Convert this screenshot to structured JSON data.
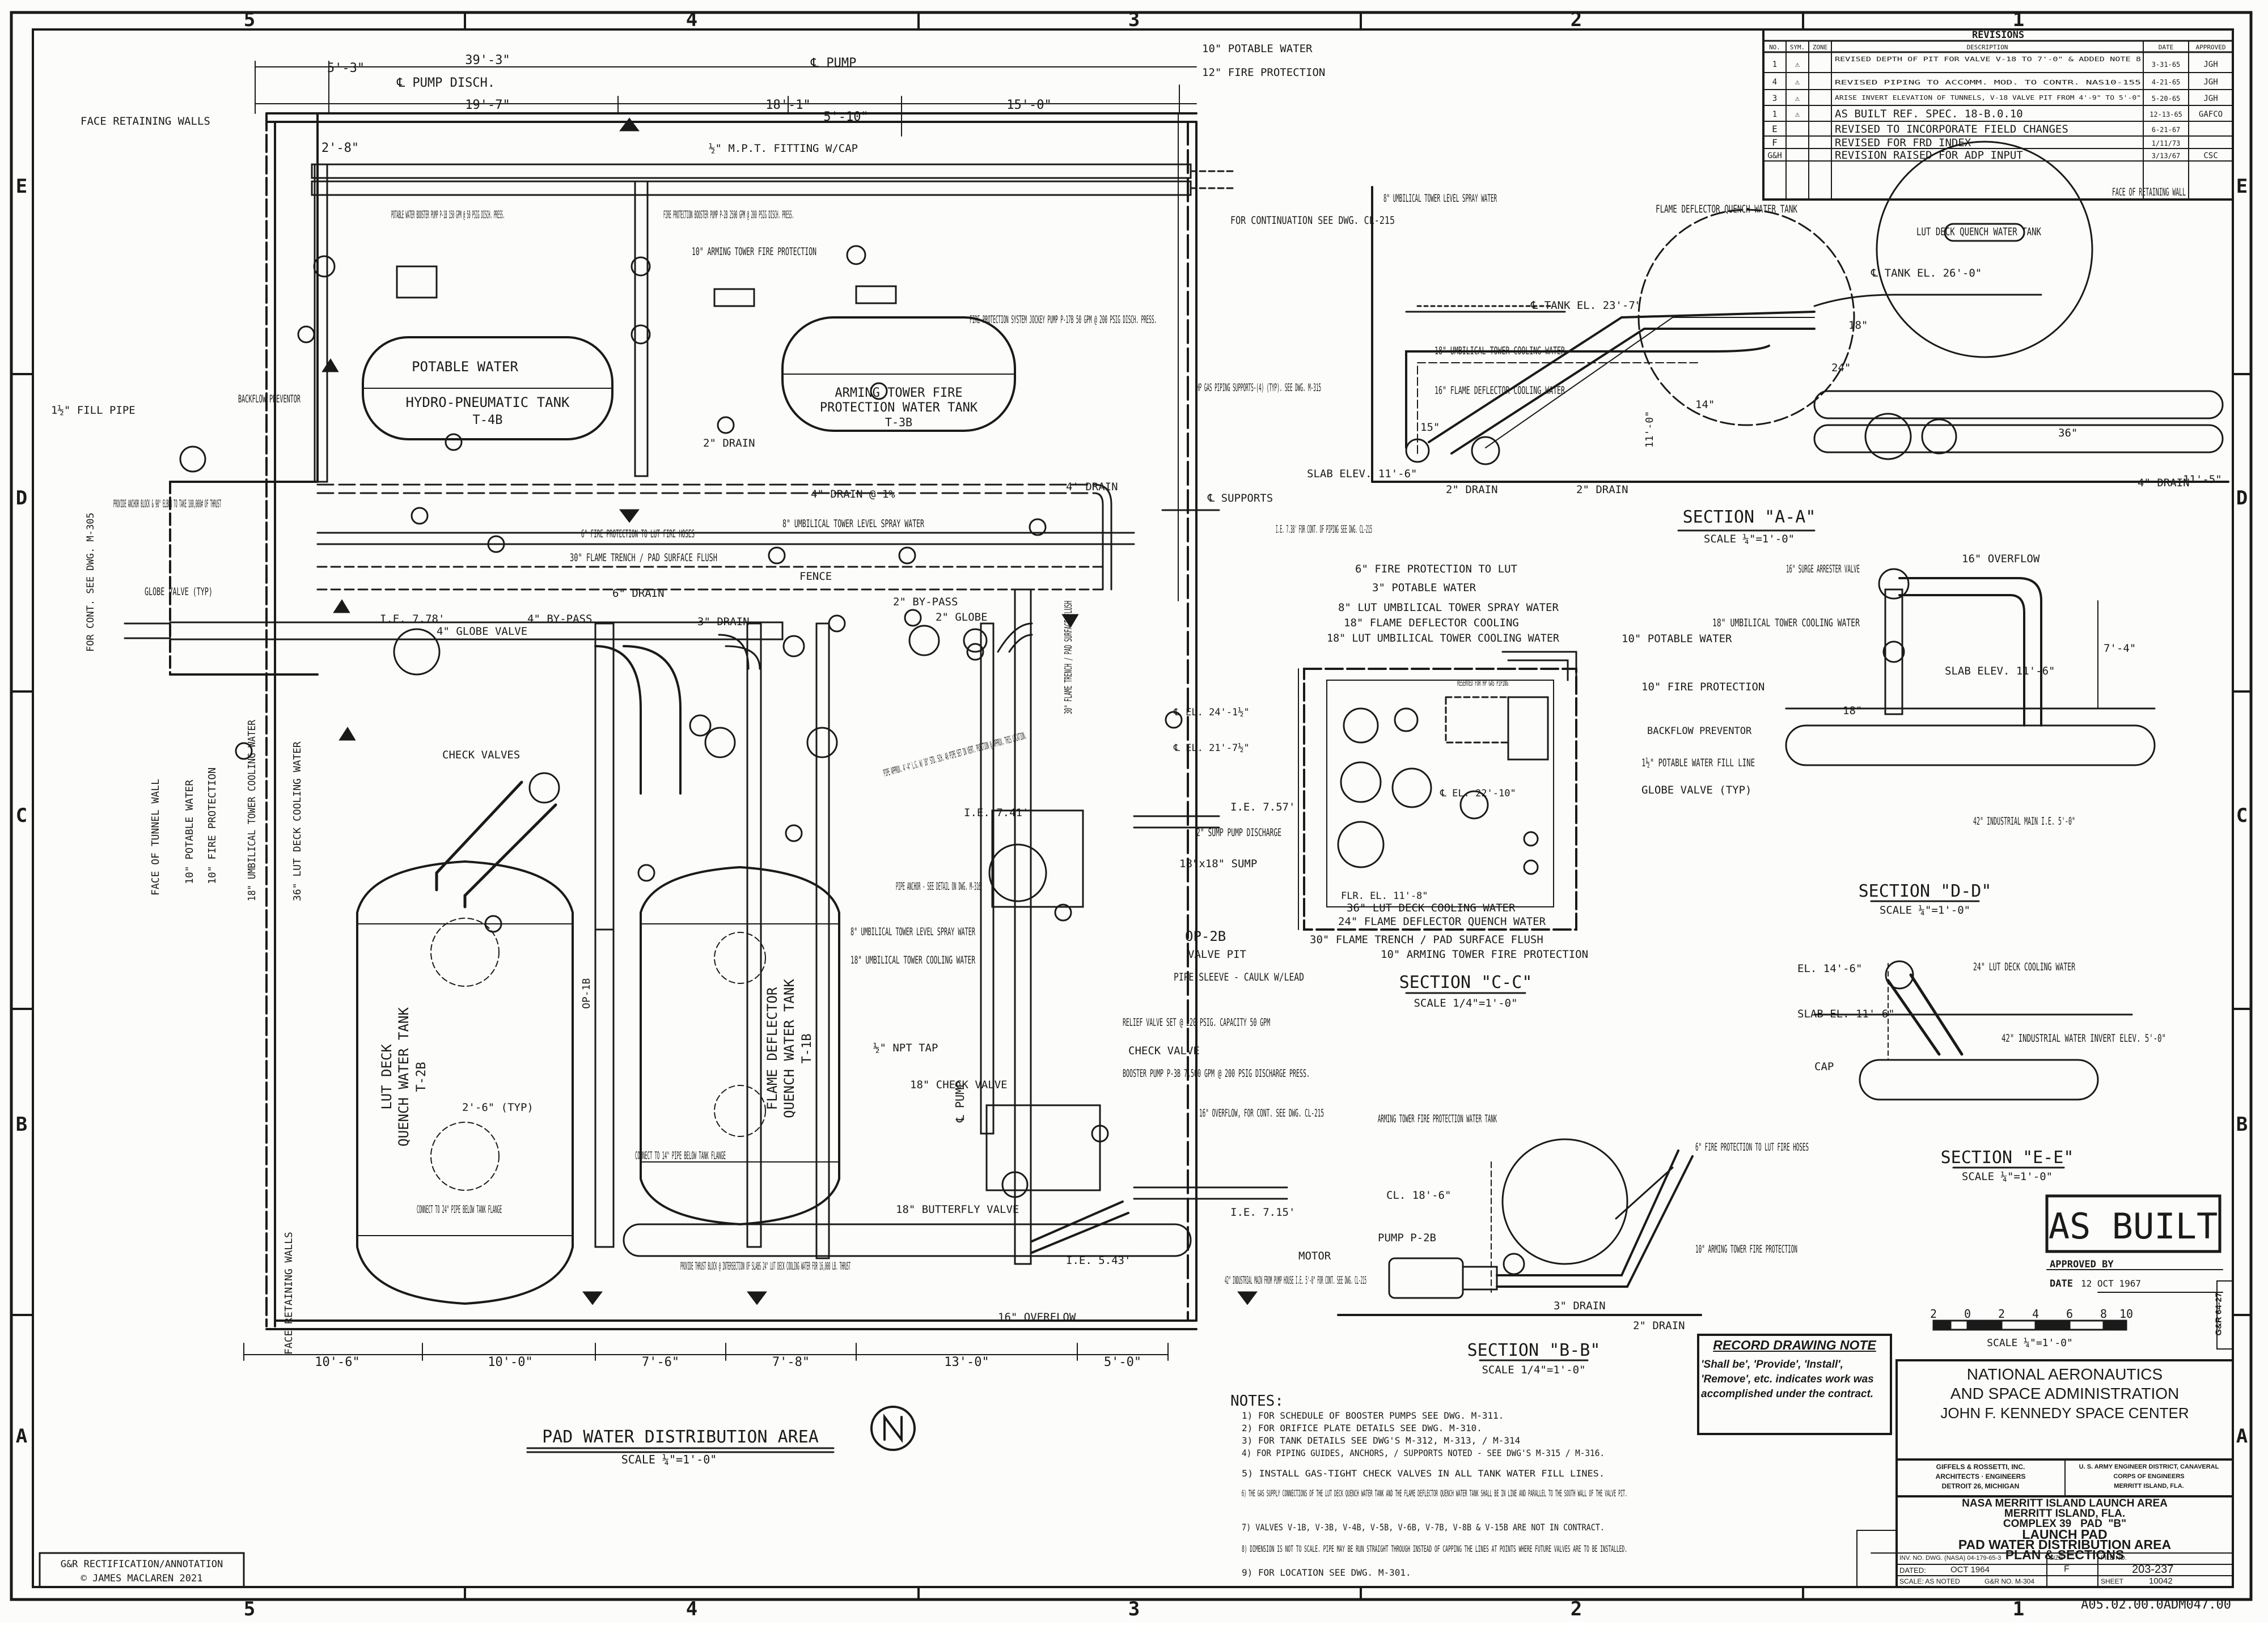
{
  "grid": {
    "columns": [
      "5",
      "4",
      "3",
      "2",
      "1"
    ],
    "rows": [
      "E",
      "D",
      "C",
      "B",
      "A"
    ]
  },
  "revisions": {
    "title": "REVISIONS",
    "headers": [
      "NO.",
      "SYM.",
      "ZONE",
      "DESCRIPTION",
      "DATE",
      "APPROVED"
    ],
    "rows": [
      {
        "no": "1",
        "sym": "⚠",
        "desc": "REVISED DEPTH OF PIT FOR VALVE V-18 TO 7'-0\" & ADDED NOTE 8",
        "date": "3-31-65",
        "appr": "JGH"
      },
      {
        "no": "4",
        "sym": "⚠",
        "desc": "REVISED PIPING TO ACCOMM. MOD. TO CONTR. NAS10-155",
        "date": "4-21-65",
        "appr": "JGH"
      },
      {
        "no": "3",
        "sym": "⚠",
        "desc": "ARISE INVERT ELEVATION OF TUNNELS, V-18 VALVE PIT FROM 4'-9\" TO 5'-0\"",
        "date": "5-20-65",
        "appr": "JGH"
      },
      {
        "no": "1",
        "sym": "⚠",
        "desc": "AS BUILT REF. SPEC. 18-B.0.10",
        "date": "12-13-65",
        "appr": "GAFCO"
      },
      {
        "no": "E",
        "sym": "",
        "desc": "REVISED TO INCORPORATE FIELD CHANGES",
        "date": "6-21-67",
        "appr": ""
      },
      {
        "no": "F",
        "sym": "",
        "desc": "REVISED FOR FRD INDEX",
        "date": "1/11/73",
        "appr": ""
      },
      {
        "no": "G&H",
        "sym": "",
        "desc": "REVISION RAISED FOR ADP INPUT",
        "date": "3/13/67",
        "appr": "CSC"
      }
    ]
  },
  "plan": {
    "title": "PAD WATER DISTRIBUTION AREA",
    "scale": "SCALE ¼\"=1'-0\"",
    "dims_top": [
      "5'-3\"",
      "39'-3\"",
      "19'-7\"",
      "18'-1\"",
      "5'-10\"",
      "15'-0\"",
      "2'-8\""
    ],
    "dims_bottom": [
      "10'-6\"",
      "10'-0\"",
      "7'-6\"",
      "7'-8\"",
      "13'-0\"",
      "5'-0\""
    ],
    "pump_disch": "℄ PUMP DISCH.",
    "pump": "℄ PUMP",
    "tanks": {
      "potable": "POTABLE WATER",
      "hydro": "HYDRO-PNEUMATIC TANK",
      "potable_tag": "T-4B",
      "arming": "ARMING TOWER FIRE",
      "arming2": "PROTECTION WATER TANK",
      "arming_tag": "T-3B",
      "lut": "LUT DECK",
      "lut2": "QUENCH WATER TANK",
      "lut_tag": "T-2B",
      "flame": "FLAME DEFLECTOR",
      "flame2": "QUENCH WATER TANK",
      "flame_tag": "T-1B"
    },
    "labels": [
      "FACE RETAINING WALLS",
      "POTABLE WATER BOOSTER PUMP P-1B 150 GPM @ 50 PSIG DISCH. PRESS.",
      "FIRE PROTECTION BOOSTER PUMP P-2B 2500 GPM @ 200 PSIG DISCH. PRESS.",
      "FIRE PROTECTION SYSTEM JOCKEY PUMP P-17B 50 GPM @ 200 PSIG DISCH. PRESS.",
      "10\" ARMING TOWER FIRE PROTECTION",
      "½\" M.P.T. FITTING W/CAP",
      "FOR CONTINUATION SEE DWG. CL-215",
      "10\" POTABLE WATER",
      "12\" FIRE PROTECTION",
      "HP GAS PIPING SUPPORTS-(4) (TYP). SEE DWG. M-315",
      "BACKFLOW PREVENTOR",
      "1½\" FILL PIPE",
      "PROVIDE ANCHOR BLOCK & 90° ELBOW TO TAKE 100,000# OF THRUST",
      "GLOBE VALVE (TYP)",
      "FOR CONT. SEE DWG. M-305",
      "6\" FIRE PROTECTION TO LUT FIRE HOSES",
      "30\" FLAME TRENCH / PAD SURFACE FLUSH",
      "8\" UMBILICAL TOWER LEVEL SPRAY WATER",
      "4\" GLOBE VALVE",
      "4\" BY-PASS",
      "6\" DRAIN",
      "2\" DRAIN",
      "3\" DRAIN",
      "FENCE",
      "2\" BY-PASS",
      "2\" GLOBE",
      "CHECK VALVES",
      "FACE OF TUNNEL WALL",
      "10\" POTABLE WATER",
      "10\" FIRE PROTECTION",
      "18\" UMBILICAL TOWER COOLING WATER",
      "36\" LUT DECK COOLING WATER",
      "PIPE ANCHOR - SEE DETAIL ON DWG. M-316",
      "8\" UMBILICAL TOWER LEVEL SPRAY WATER",
      "18\" UMBILICAL TOWER COOLING WATER",
      "PIPE APPROX. 4'-4\" L.G. W/ 10\" STD. SCH. 40 PIPE SET IN VERT. POSITION @ APPROX. THIS LOCATION.",
      "30\" FLAME TRENCH / PAD SURFACE FLUSH",
      "OP-2B",
      "VALVE PIT",
      "PIPE SLEEVE - CAULK W/LEAD",
      "RELIEF VALVE SET @ 220 PSIG. CAPACITY 50 GPM",
      "CHECK VALVE",
      "BOOSTER PUMP P-3B 7,500 GPM @ 200 PSIG DISCHARGE PRESS.",
      "16\" OVERFLOW, FOR CONT. SEE DWG. CL-215",
      "½\" NPT TAP",
      "18\" BUTTERFLY VALVE",
      "18\" CHECK VALVE",
      "℄ PUMP",
      "CONNECT TO 24\" PIPE BELOW TANK FLANGE",
      "CONNECT TO 14\" PIPE BELOW TANK FLANGE",
      "PROVIDE THRUST BLOCK @ INTERSECTION OF SLABS 24\" LUT DECK COOLING WATER FOR 16,000 LB. THRUST",
      "16\" OVERFLOW",
      "42\" INDUSTRIAL MAIN FROM PUMP HOUSE I.E. 5'-0\" FOR CONT. SEE DWG. CL-215",
      "2\" SUMP PUMP DISCHARGE",
      "18\"x18\" SUMP",
      "FACE RETAINING WALLS",
      "OP-1B",
      "2'-6\" (TYP)",
      "4' DRAIN",
      "4\" DRAIN @ 1%",
      "℄ SUPPORTS",
      "I.E. 7.38' FOR CONT. OF PIPING SEE DWG. CL-215",
      "I.E. 7.57'",
      "I.E. 7.15'",
      "I.E. 5.43'",
      "I.E. 7.78'",
      "I.E. 7.41'"
    ]
  },
  "sectionAA": {
    "title": "SECTION \"A-A\"",
    "scale": "SCALE ¼\"=1'-0\"",
    "labels": [
      "8\" UMBILICAL TOWER LEVEL SPRAY WATER",
      "FLAME DEFLECTOR QUENCH WATER TANK",
      "LUT DECK QUENCH WATER TANK",
      "FACE OF RETAINING WALL",
      "℄ TANK EL. 26'-0\"",
      "℄ TANK EL. 23'-7\"",
      "18\" UMBILICAL TOWER COOLING WATER",
      "16\" FLAME DEFLECTOR COOLING WATER",
      "SLAB ELEV. 11'-6\"",
      "2\" DRAIN",
      "2\" DRAIN",
      "4\" DRAIN",
      "11'-5\"",
      "24\"",
      "36\"",
      "18\"",
      "15\"",
      "14\"",
      "11'-0\""
    ]
  },
  "sectionCC": {
    "title": "SECTION \"C-C\"",
    "scale": "SCALE 1/4\"=1'-0\"",
    "labels": [
      "6\" FIRE PROTECTION TO LUT",
      "3\" POTABLE WATER",
      "8\" LUT UMBILICAL TOWER SPRAY WATER",
      "18\" FLAME DEFLECTOR COOLING",
      "18\" LUT UMBILICAL TOWER COOLING WATER",
      "10\" POTABLE WATER",
      "10\" FIRE PROTECTION",
      "RESERVED FOR HP GAS PIPING",
      "BACKFLOW PREVENTOR",
      "1½\" POTABLE WATER FILL LINE",
      "GLOBE VALVE (TYP)",
      "36\" LUT DECK COOLING WATER",
      "24\" FLAME DEFLECTOR QUENCH WATER",
      "30\" FLAME TRENCH / PAD SURFACE FLUSH",
      "10\" ARMING TOWER FIRE PROTECTION",
      "FLR. EL. 11'-8\"",
      "℄ EL. 24'-1½\"",
      "℄ EL. 21'-7½\"",
      "℄ EL. 22'-10\""
    ]
  },
  "sectionBB": {
    "title": "SECTION \"B-B\"",
    "scale": "SCALE 1/4\"=1'-0\"",
    "labels": [
      "ARMING TOWER FIRE PROTECTION WATER TANK",
      "CL. 18'-6\"",
      "PUMP P-2B",
      "MOTOR",
      "6\" FIRE PROTECTION TO LUT FIRE HOSES",
      "10\" ARMING TOWER FIRE PROTECTION",
      "3\" DRAIN",
      "2\" DRAIN"
    ]
  },
  "sectionDD": {
    "title": "SECTION \"D-D\"",
    "scale": "SCALE ¼\"=1'-0\"",
    "labels": [
      "16\" SURGE ARRESTER VALVE",
      "16\" OVERFLOW",
      "18\" UMBILICAL TOWER COOLING WATER",
      "SLAB ELEV. 11'-6\"",
      "42\" INDUSTRIAL MAIN I.E. 5'-0\"",
      "18\"",
      "7'-4\""
    ]
  },
  "sectionEE": {
    "title": "SECTION \"E-E\"",
    "scale": "SCALE ¼\"=1'-0\"",
    "labels": [
      "EL. 14'-6\"",
      "24\" LUT DECK COOLING WATER",
      "SLAB EL. 11'-6\"",
      "42\" INDUSTRIAL WATER INVERT ELEV. 5'-0\"",
      "CAP"
    ]
  },
  "as_built": {
    "stamp": "AS BUILT",
    "approved_by": "APPROVED BY",
    "date_label": "DATE",
    "date_value": "12 OCT 1967"
  },
  "graphic_scale": {
    "ticks": [
      "2",
      "0",
      "2",
      "4",
      "6",
      "8",
      "10"
    ],
    "label": "SCALE ¼\"=1'-0\""
  },
  "record_note": {
    "title": "RECORD DRAWING NOTE",
    "body": "'Shall be', 'Provide', 'Install', 'Remove', etc. indicates work was accomplished under the contract."
  },
  "notes": {
    "title": "NOTES:",
    "items": [
      "1) FOR SCHEDULE OF BOOSTER PUMPS SEE DWG. M-311.",
      "2) FOR ORIFICE PLATE DETAILS SEE DWG. M-310.",
      "3) FOR TANK DETAILS SEE DWG'S M-312, M-313, / M-314",
      "4) FOR PIPING GUIDES, ANCHORS, / SUPPORTS NOTED - SEE DWG'S M-315 / M-316.",
      "5) INSTALL GAS-TIGHT CHECK VALVES IN ALL TANK WATER FILL LINES.",
      "6) THE GAS SUPPLY CONNECTIONS OF THE LUT DECK QUENCH WATER TANK AND THE FLAME DEFLECTOR QUENCH WATER TANK SHALL BE IN LINE AND PARALLEL TO THE SOUTH WALL OF THE VALVE PIT.",
      "7) VALVES V-1B, V-3B, V-4B, V-5B, V-6B, V-7B, V-8B & V-15B ARE NOT IN CONTRACT.",
      "8) DIMENSION IS NOT TO SCALE. PIPE MAY BE RUN STRAIGHT THROUGH INSTEAD OF CAPPING THE LINES AT POINTS WHERE FUTURE VALVES ARE TO BE INSTALLED.",
      "9) FOR LOCATION SEE DWG. M-301."
    ]
  },
  "title_block": {
    "agency1": "NATIONAL AERONAUTICS",
    "agency2": "AND SPACE ADMINISTRATION",
    "center": "JOHN F. KENNEDY SPACE CENTER",
    "firm1": "GIFFELS & ROSSETTI, INC.",
    "firm2": "ARCHITECTS · ENGINEERS",
    "firm3": "DETROIT 26, MICHIGAN",
    "corps1": "U. S. ARMY ENGINEER DISTRICT, CANAVERAL",
    "corps2": "CORPS OF ENGINEERS",
    "corps3": "MERRITT ISLAND, FLA.",
    "l1": "NASA MERRITT ISLAND LAUNCH AREA",
    "l2": "MERRITT ISLAND, FLA.",
    "l3a": "COMPLEX 39",
    "l3b": "PAD",
    "l3c": "\"B\"",
    "l4": "LAUNCH PAD",
    "l5": "PAD WATER DISTRIBUTION AREA",
    "l6": "PLAN & SECTIONS",
    "inv_label": "INV. NO. DWG. (NASA) 04-179-65-3",
    "dated_label": "DATED:",
    "dated": "OCT 1964",
    "scale_label": "SCALE: AS NOTED",
    "gr_no": "G&R NO. M-304",
    "size_label": "SIZE",
    "size": "F",
    "file_label": "FILE NO.",
    "file_no": "203-237",
    "sheet_label": "SHEET",
    "sheet": "10042",
    "side_tab": "G&R 64-27"
  },
  "footer": {
    "annotation1": "G&R RECTIFICATION/ANNOTATION",
    "annotation2": "© JAMES MACLAREN 2021",
    "doc_id": "A05.02.00.0ADM047.00"
  },
  "colors": {
    "ink": "#1a1a1a",
    "paper": "#fcfcfa"
  }
}
